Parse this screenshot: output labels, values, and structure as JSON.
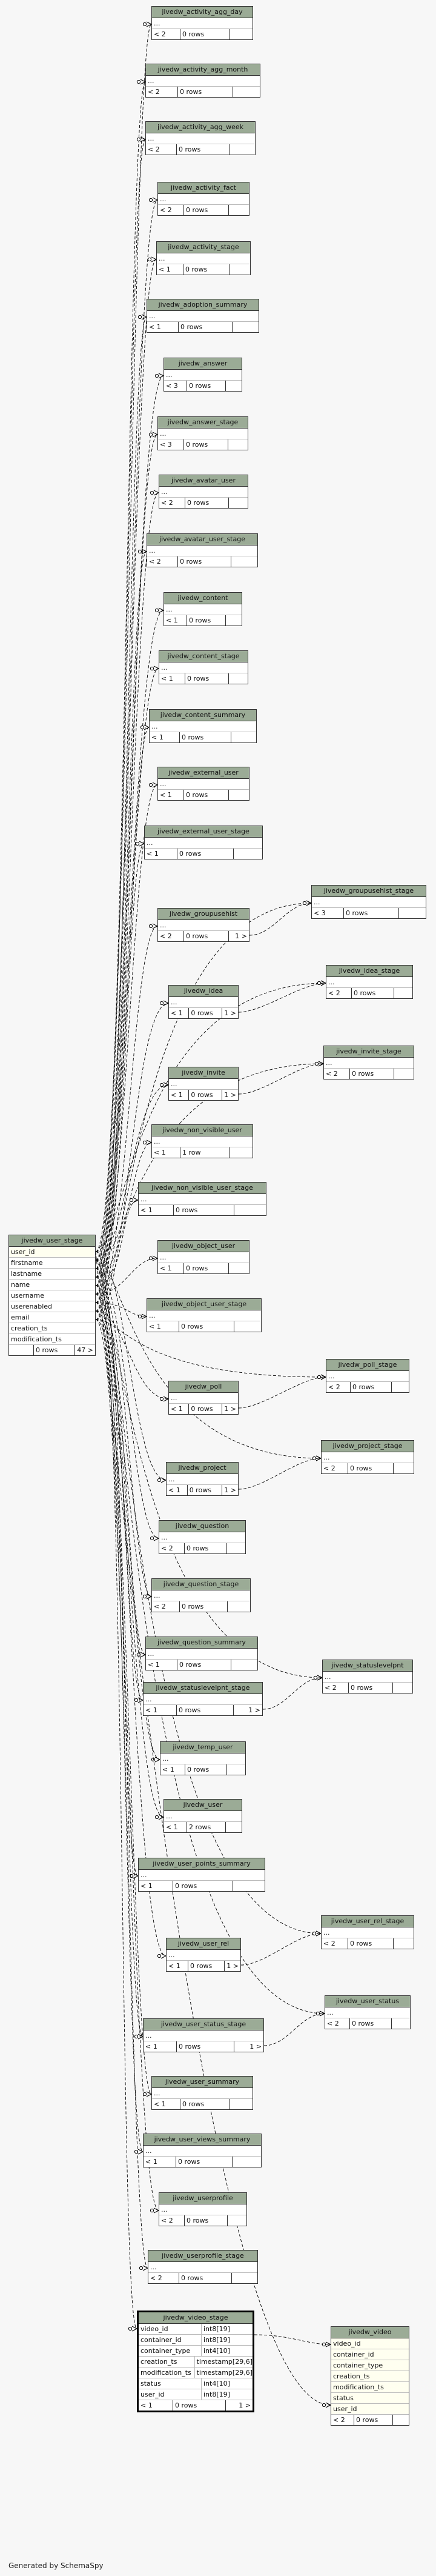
{
  "footer": "Generated by SchemaSpy",
  "tables": [
    {
      "id": "t_activity_agg_day",
      "name": "jivedw_activity_agg_day",
      "cols": [],
      "rel": "< 2",
      "rows": "0 rows",
      "child": ""
    },
    {
      "id": "t_activity_agg_month",
      "name": "jivedw_activity_agg_month",
      "cols": [],
      "rel": "< 2",
      "rows": "0 rows",
      "child": ""
    },
    {
      "id": "t_activity_agg_week",
      "name": "jivedw_activity_agg_week",
      "cols": [],
      "rel": "< 2",
      "rows": "0 rows",
      "child": ""
    },
    {
      "id": "t_activity_fact",
      "name": "jivedw_activity_fact",
      "cols": [],
      "rel": "< 2",
      "rows": "0 rows",
      "child": ""
    },
    {
      "id": "t_activity_stage",
      "name": "jivedw_activity_stage",
      "cols": [],
      "rel": "< 1",
      "rows": "0 rows",
      "child": ""
    },
    {
      "id": "t_adoption_summary",
      "name": "jivedw_adoption_summary",
      "cols": [],
      "rel": "< 1",
      "rows": "0 rows",
      "child": ""
    },
    {
      "id": "t_answer",
      "name": "jivedw_answer",
      "cols": [],
      "rel": "< 3",
      "rows": "0 rows",
      "child": ""
    },
    {
      "id": "t_answer_stage",
      "name": "jivedw_answer_stage",
      "cols": [],
      "rel": "< 3",
      "rows": "0 rows",
      "child": ""
    },
    {
      "id": "t_avatar_user",
      "name": "jivedw_avatar_user",
      "cols": [],
      "rel": "< 2",
      "rows": "0 rows",
      "child": ""
    },
    {
      "id": "t_avatar_user_stage",
      "name": "jivedw_avatar_user_stage",
      "cols": [],
      "rel": "< 2",
      "rows": "0 rows",
      "child": ""
    },
    {
      "id": "t_content",
      "name": "jivedw_content",
      "cols": [],
      "rel": "< 1",
      "rows": "0 rows",
      "child": ""
    },
    {
      "id": "t_content_stage",
      "name": "jivedw_content_stage",
      "cols": [],
      "rel": "< 1",
      "rows": "0 rows",
      "child": ""
    },
    {
      "id": "t_content_summary",
      "name": "jivedw_content_summary",
      "cols": [],
      "rel": "< 1",
      "rows": "0 rows",
      "child": ""
    },
    {
      "id": "t_external_user",
      "name": "jivedw_external_user",
      "cols": [],
      "rel": "< 1",
      "rows": "0 rows",
      "child": ""
    },
    {
      "id": "t_external_user_stage",
      "name": "jivedw_external_user_stage",
      "cols": [],
      "rel": "< 1",
      "rows": "0 rows",
      "child": ""
    },
    {
      "id": "t_groupusehist",
      "name": "jivedw_groupusehist",
      "cols": [],
      "rel": "< 2",
      "rows": "0 rows",
      "child": "1 >"
    },
    {
      "id": "t_groupusehist_stage",
      "name": "jivedw_groupusehist_stage",
      "cols": [],
      "rel": "< 3",
      "rows": "0 rows",
      "child": ""
    },
    {
      "id": "t_idea",
      "name": "jivedw_idea",
      "cols": [],
      "rel": "< 1",
      "rows": "0 rows",
      "child": "1 >"
    },
    {
      "id": "t_idea_stage",
      "name": "jivedw_idea_stage",
      "cols": [],
      "rel": "< 2",
      "rows": "0 rows",
      "child": ""
    },
    {
      "id": "t_invite",
      "name": "jivedw_invite",
      "cols": [],
      "rel": "< 1",
      "rows": "0 rows",
      "child": "1 >"
    },
    {
      "id": "t_invite_stage",
      "name": "jivedw_invite_stage",
      "cols": [],
      "rel": "< 2",
      "rows": "0 rows",
      "child": ""
    },
    {
      "id": "t_non_visible_user",
      "name": "jivedw_non_visible_user",
      "cols": [],
      "rel": "< 1",
      "rows": "1 row",
      "child": ""
    },
    {
      "id": "t_non_visible_user_stage",
      "name": "jivedw_non_visible_user_stage",
      "cols": [],
      "rel": "< 1",
      "rows": "0 rows",
      "child": ""
    },
    {
      "id": "t_object_user",
      "name": "jivedw_object_user",
      "cols": [],
      "rel": "< 1",
      "rows": "0 rows",
      "child": ""
    },
    {
      "id": "t_object_user_stage",
      "name": "jivedw_object_user_stage",
      "cols": [],
      "rel": "< 1",
      "rows": "0 rows",
      "child": ""
    },
    {
      "id": "t_poll",
      "name": "jivedw_poll",
      "cols": [],
      "rel": "< 1",
      "rows": "0 rows",
      "child": "1 >"
    },
    {
      "id": "t_poll_stage",
      "name": "jivedw_poll_stage",
      "cols": [],
      "rel": "< 2",
      "rows": "0 rows",
      "child": ""
    },
    {
      "id": "t_project",
      "name": "jivedw_project",
      "cols": [],
      "rel": "< 1",
      "rows": "0 rows",
      "child": "1 >"
    },
    {
      "id": "t_project_stage",
      "name": "jivedw_project_stage",
      "cols": [],
      "rel": "< 2",
      "rows": "0 rows",
      "child": ""
    },
    {
      "id": "t_question",
      "name": "jivedw_question",
      "cols": [],
      "rel": "< 2",
      "rows": "0 rows",
      "child": ""
    },
    {
      "id": "t_question_stage",
      "name": "jivedw_question_stage",
      "cols": [],
      "rel": "< 2",
      "rows": "0 rows",
      "child": ""
    },
    {
      "id": "t_question_summary",
      "name": "jivedw_question_summary",
      "cols": [],
      "rel": "< 1",
      "rows": "0 rows",
      "child": ""
    },
    {
      "id": "t_statuslevelpnt",
      "name": "jivedw_statuslevelpnt",
      "cols": [],
      "rel": "< 2",
      "rows": "0 rows",
      "child": ""
    },
    {
      "id": "t_statuslevelpnt_stage",
      "name": "jivedw_statuslevelpnt_stage",
      "cols": [],
      "rel": "< 1",
      "rows": "0 rows",
      "child": "1 >"
    },
    {
      "id": "t_temp_user",
      "name": "jivedw_temp_user",
      "cols": [],
      "rel": "< 1",
      "rows": "0 rows",
      "child": ""
    },
    {
      "id": "t_user",
      "name": "jivedw_user",
      "cols": [],
      "rel": "< 1",
      "rows": "2 rows",
      "child": ""
    },
    {
      "id": "t_user_points_summary",
      "name": "jivedw_user_points_summary",
      "cols": [],
      "rel": "< 1",
      "rows": "0 rows",
      "child": ""
    },
    {
      "id": "t_user_rel",
      "name": "jivedw_user_rel",
      "cols": [],
      "rel": "< 1",
      "rows": "0 rows",
      "child": "1 >"
    },
    {
      "id": "t_user_rel_stage",
      "name": "jivedw_user_rel_stage",
      "cols": [],
      "rel": "< 2",
      "rows": "0 rows",
      "child": ""
    },
    {
      "id": "t_user_status",
      "name": "jivedw_user_status",
      "cols": [],
      "rel": "< 2",
      "rows": "0 rows",
      "child": ""
    },
    {
      "id": "t_user_status_stage",
      "name": "jivedw_user_status_stage",
      "cols": [],
      "rel": "< 1",
      "rows": "0 rows",
      "child": "1 >"
    },
    {
      "id": "t_user_summary",
      "name": "jivedw_user_summary",
      "cols": [],
      "rel": "< 1",
      "rows": "0 rows",
      "child": ""
    },
    {
      "id": "t_user_views_summary",
      "name": "jivedw_user_views_summary",
      "cols": [],
      "rel": "< 1",
      "rows": "0 rows",
      "child": ""
    },
    {
      "id": "t_userprofile",
      "name": "jivedw_userprofile",
      "cols": [],
      "rel": "< 2",
      "rows": "0 rows",
      "child": ""
    },
    {
      "id": "t_userprofile_stage",
      "name": "jivedw_userprofile_stage",
      "cols": [],
      "rel": "< 2",
      "rows": "0 rows",
      "child": ""
    },
    {
      "id": "t_video",
      "name": "jivedw_video",
      "cols": [
        "video_id",
        "container_id",
        "container_type",
        "creation_ts",
        "modification_ts",
        "status",
        "user_id"
      ],
      "rel": "< 2",
      "rows": "0 rows",
      "child": ""
    },
    {
      "id": "t_user_stage",
      "name": "jivedw_user_stage",
      "cols": [
        "user_id",
        "firstname",
        "lastname",
        "name",
        "username",
        "userenabled",
        "email",
        "creation_ts",
        "modification_ts"
      ],
      "rel": "",
      "rows": "0 rows",
      "child": "47 >"
    }
  ],
  "ellipsis": "...",
  "video_stage": {
    "name": "jivedw_video_stage",
    "cols": [
      {
        "n": "video_id",
        "t": "int8[19]"
      },
      {
        "n": "container_id",
        "t": "int8[19]"
      },
      {
        "n": "container_type",
        "t": "int4[10]"
      },
      {
        "n": "creation_ts",
        "t": "timestamp[29,6]"
      },
      {
        "n": "modification_ts",
        "t": "timestamp[29,6]"
      },
      {
        "n": "status",
        "t": "int4[10]"
      },
      {
        "n": "user_id",
        "t": "int8[19]"
      }
    ],
    "rel": "< 1",
    "rows": "0 rows",
    "child": "1 >"
  }
}
